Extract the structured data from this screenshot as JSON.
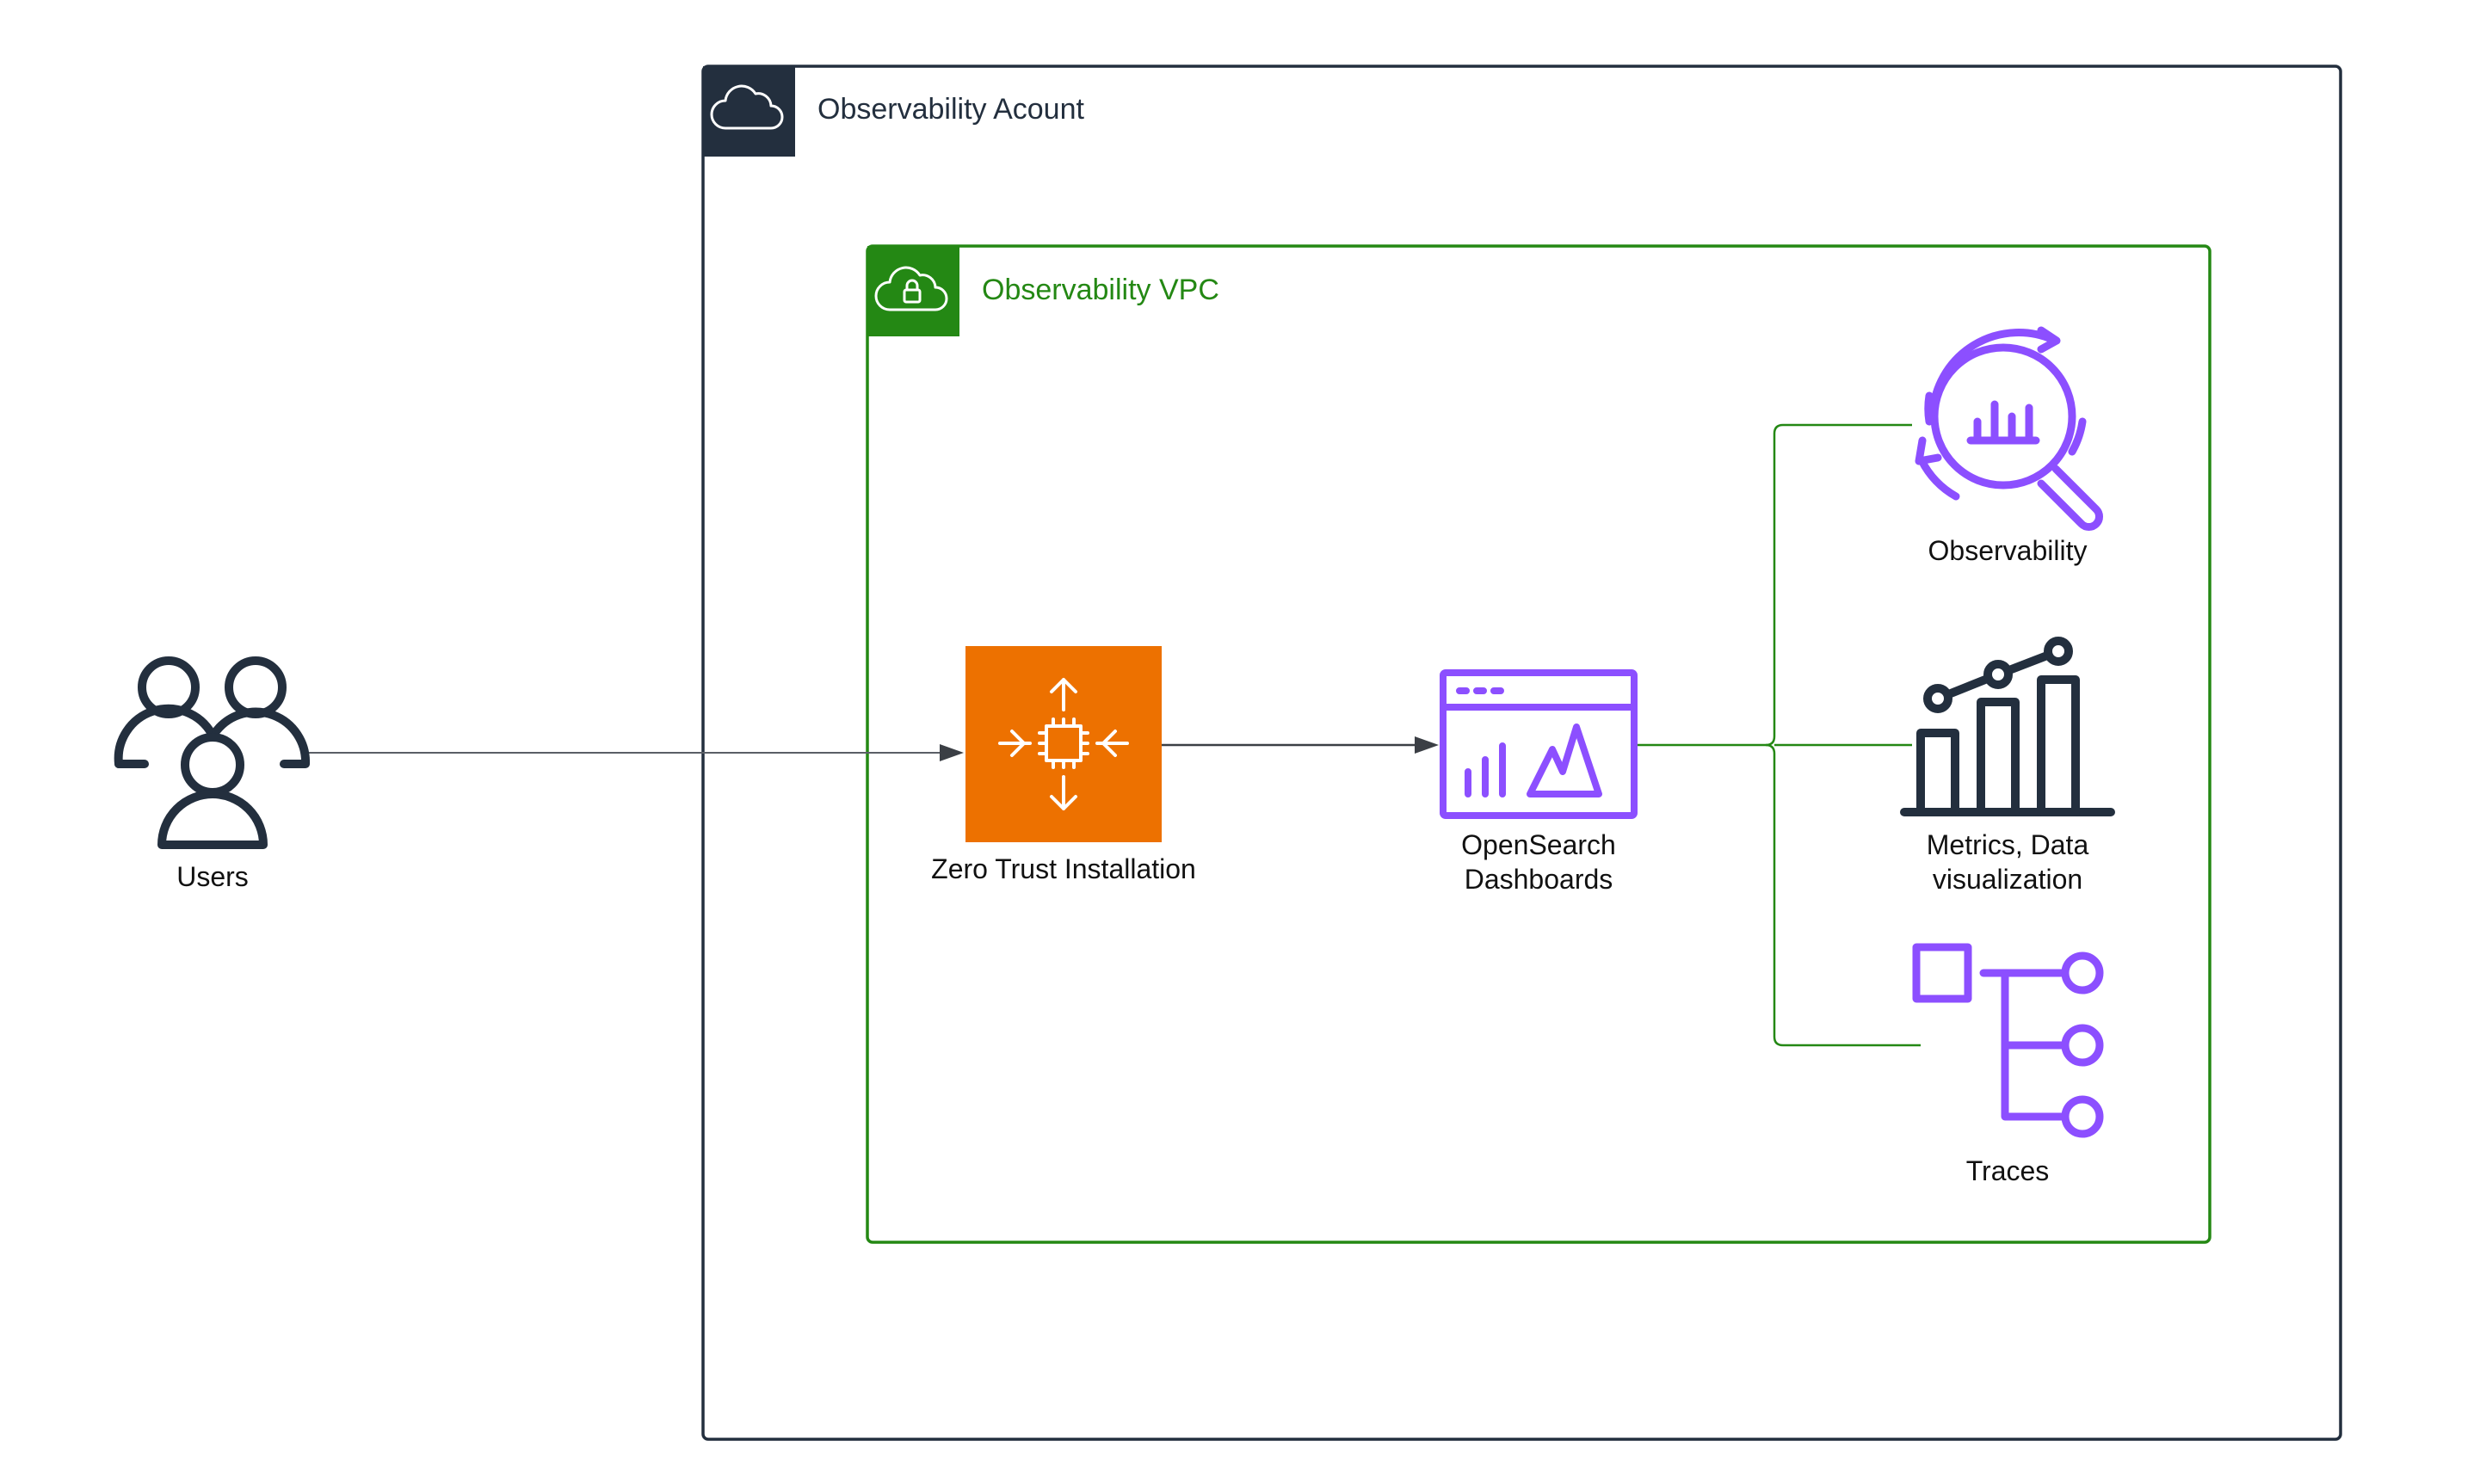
{
  "groups": {
    "account": {
      "title": "Observability Acount",
      "icon": "cloud-icon",
      "color": "#232f3e"
    },
    "vpc": {
      "title": "Observability VPC",
      "icon": "vpc-cloud-lock-icon",
      "color": "#248814"
    }
  },
  "nodes": {
    "users": {
      "label": "Users",
      "icon": "users-icon"
    },
    "zero_trust": {
      "label": "Zero Trust Installation",
      "icon": "processor-expand-icon",
      "color": "#ed7100"
    },
    "opensearch": {
      "label_line1": "OpenSearch",
      "label_line2": "Dashboards",
      "icon": "dashboard-icon",
      "color": "#8c4fff"
    },
    "observability": {
      "label": "Observability",
      "icon": "magnifier-chart-icon",
      "color": "#8c4fff"
    },
    "metrics": {
      "label_line1": "Metrics, Data",
      "label_line2": "visualization",
      "icon": "bar-line-chart-icon",
      "color": "#232f3e"
    },
    "traces": {
      "label": "Traces",
      "icon": "trace-tree-icon",
      "color": "#8c4fff"
    }
  }
}
